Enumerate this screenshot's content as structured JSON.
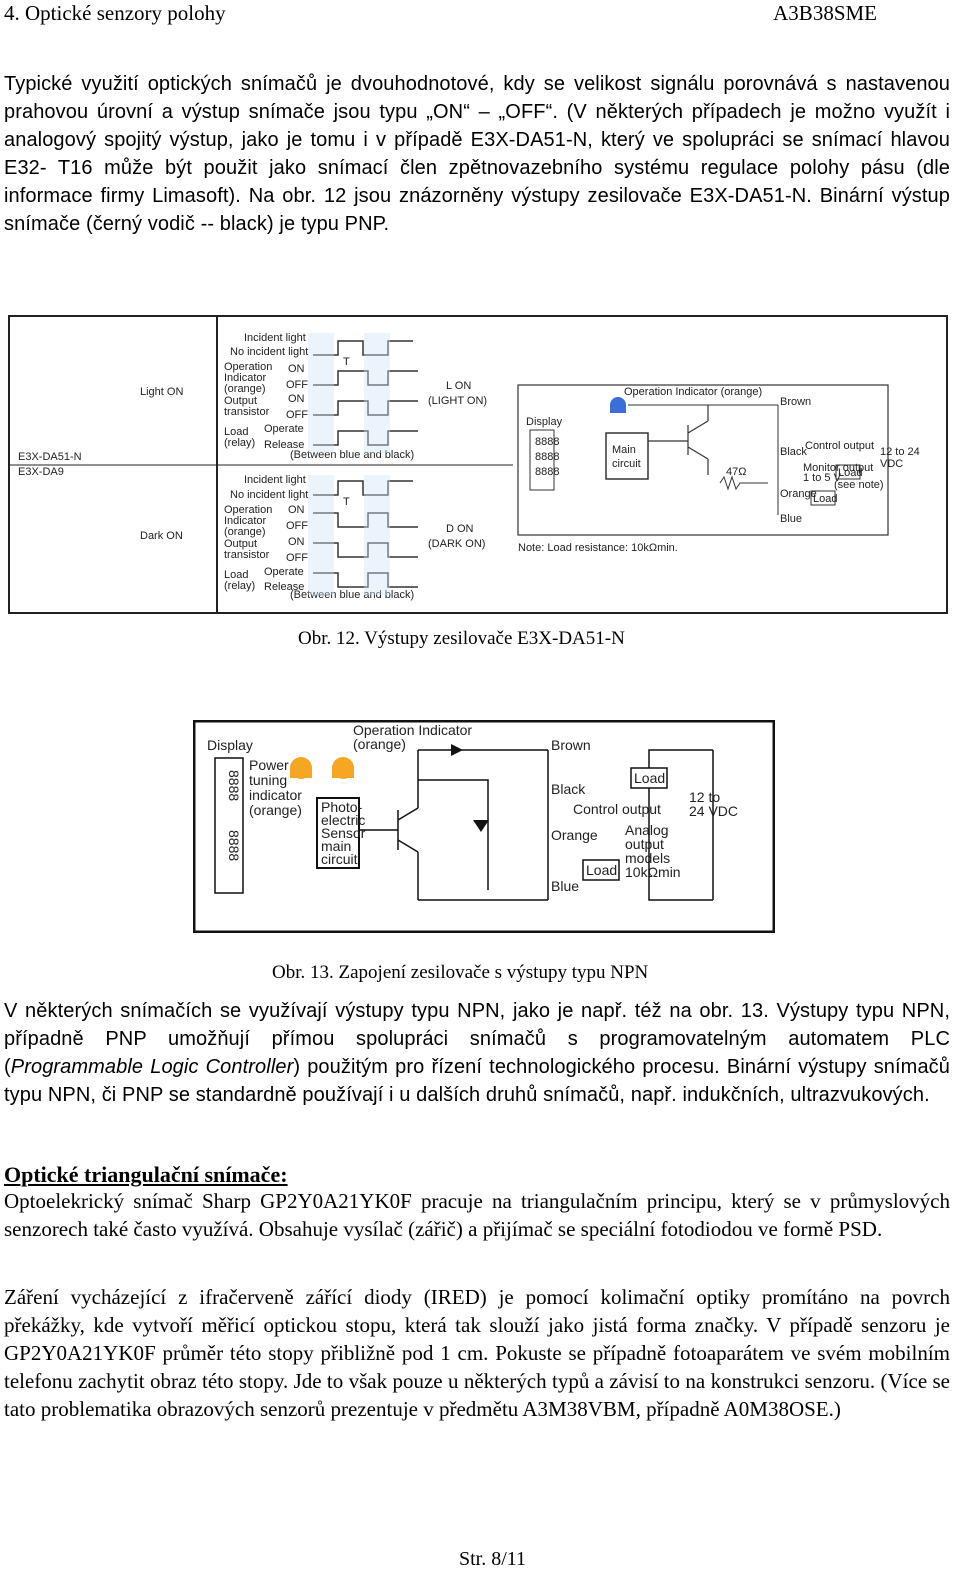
{
  "header": {
    "left": "4. Optické senzory polohy",
    "right": "A3B38SME"
  },
  "paragraphs": {
    "p1": "Typické využití optických snímačů je dvouhodnotové, kdy se velikost signálu porovnává s nastavenou prahovou úrovní a výstup snímače jsou typu „ON“ – „OFF“. (V některých případech je možno využít i analogový spojitý výstup, jako je tomu i v případě E3X-DA51-N, který ve spolupráci se snímací hlavou E32- T16 může být použit jako snímací člen zpětnovazebního systému regulace polohy pásu (dle informace firmy Limasoft). Na obr. 12 jsou znázorněny výstupy zesilovače E3X-DA51-N. Binární výstup snímače (černý vodič -- black) je typu PNP.",
    "p2_a": "V některých snímačích se využívají výstupy typu NPN, jako je např. též na obr. 13. Výstupy typu NPN, případně PNP umožňují přímou spolupráci snímačů s programovatelným automatem PLC (",
    "p2_italic": "Programmable Logic Controller",
    "p2_b": ") použitým pro řízení technologického procesu. Binární výstupy snímačů typu NPN, či PNP se standardně používají i u dalších druhů snímačů, např. indukčních, ultrazvukových.",
    "section_title": "Optické triangulační snímače:",
    "p3": "Optoelekrický snímač Sharp GP2Y0A21YK0F  pracuje na triangulačním principu, který se v průmyslových senzorech také často využívá. Obsahuje vysílač (zářič) a přijímač se speciální fotodiodou ve formě PSD.",
    "p4": "Záření vycházející z ifračerveně zářící diody (IRED) je pomocí kolimační optiky promítáno na povrch překážky, kde vytvoří měřicí optickou stopu, která tak slouží jako jistá forma značky. V případě senzoru je GP2Y0A21YK0F průměr této stopy přibližně pod 1 cm.  Pokuste se případně fotoaparátem ve svém mobilním telefonu zachytit obraz této stopy. Jde to však pouze u některých typů a závisí to na konstrukci senzoru. (Více se tato problematika obrazových senzorů prezentuje v předmětu A3M38VBM, případně A0M38OSE.)"
  },
  "figure12": {
    "caption": "Obr. 12.  Výstupy zesilovače E3X-DA51-N",
    "model_1": "E3X-DA51-N",
    "model_2": "E3X-DA9",
    "light_on": "Light ON",
    "dark_on": "Dark ON",
    "incident": "Incident light",
    "no_incident": "No incident light",
    "op_ind_1": "Operation",
    "op_ind_2": "Indicator",
    "op_ind_3": "(orange)",
    "out_tr_1": "Output",
    "out_tr_2": "transistor",
    "load_1": "Load",
    "load_2": "(relay)",
    "on": "ON",
    "off": "OFF",
    "operate": "Operate",
    "release": "Release",
    "between": "(Between blue and black)",
    "t": "T",
    "l_on_1": "L  ON",
    "l_on_2": "(LIGHT ON)",
    "d_on_1": "D  ON",
    "d_on_2": "(DARK ON)",
    "display": "Display",
    "digits": "8888",
    "op_indicator": "Operation Indicator (orange)",
    "main_circuit_1": "Main",
    "main_circuit_2": "circuit",
    "resistor": "47Ω",
    "brown": "Brown",
    "black": "Black",
    "orange": "Orange",
    "blue": "Blue",
    "control_output": "Control output",
    "monitor_output_1": "Monitor output",
    "monitor_output_2": "1 to 5 V",
    "load": "Load",
    "see_note": "(see note)",
    "supply_1": "12 to 24",
    "supply_2": "VDC",
    "note": "Note: Load resistance: 10kΩmin."
  },
  "figure13": {
    "caption": "Obr. 13.  Zapojení zesilovače s výstupy typu NPN",
    "display": "Display",
    "op_indicator_1": "Operation Indicator",
    "op_indicator_2": "(orange)",
    "power_1": "Power",
    "power_2": "tuning",
    "power_3": "indicator",
    "power_4": "(orange)",
    "sensor_1": "Photo-",
    "sensor_2": "electric",
    "sensor_3": "Sensor",
    "sensor_4": "main",
    "sensor_5": "circuit",
    "digits": "8888",
    "brown": "Brown",
    "black": "Black",
    "control_output": "Control output",
    "orange": "Orange",
    "blue": "Blue",
    "load": "Load",
    "supply_1": "12 to",
    "supply_2": "24 VDC",
    "analog_1": "Analog",
    "analog_2": "output",
    "analog_3": "models",
    "analog_4": "10kΩmin"
  },
  "footer": "Str. 8/11",
  "colors": {
    "orange": "#f5a623",
    "blue_led": "#3a6fd8"
  }
}
